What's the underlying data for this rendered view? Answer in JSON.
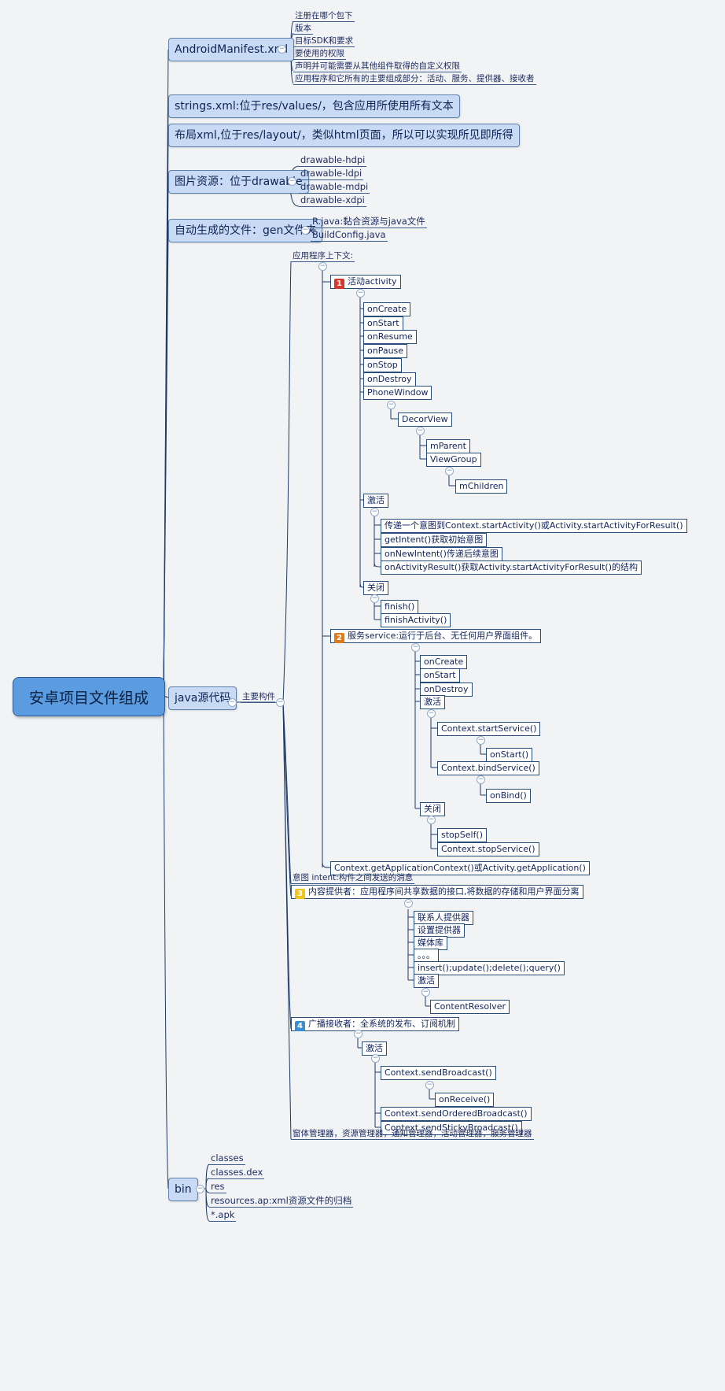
{
  "root": "安卓项目文件组成",
  "manifest": {
    "label": "AndroidManifest.xml",
    "items": [
      "注册在哪个包下",
      "版本",
      "目标SDK和要求",
      "要使用的权限",
      "声明并可能需要从其他组件取得的自定义权限",
      "应用程序和它所有的主要组成部分：活动、服务、提供器、接收者"
    ]
  },
  "strings": "strings.xml:位于res/values/，包含应用所使用所有文本",
  "layout": "布局xml,位于res/layout/，类似html页面，所以可以实现所见即所得",
  "images": {
    "label": "图片资源：位于drawable",
    "items": [
      "drawable-hdpi",
      "drawable-ldpi",
      "drawable-mdpi",
      "drawable-xdpi"
    ]
  },
  "gen": {
    "label": "自动生成的文件：gen文件夹",
    "items": [
      "R.java:黏合资源与java文件",
      "BuildConfig.java"
    ]
  },
  "java": {
    "label": "java源代码",
    "main_components": "主要构件",
    "app_context": "应用程序上下文:",
    "activity": {
      "badge": "1",
      "label": "活动activity",
      "lifecycle": [
        "onCreate",
        "onStart",
        "onResume",
        "onPause",
        "onStop",
        "onDestroy"
      ],
      "phone_window": "PhoneWindow",
      "decor_view": "DecorView",
      "m_parent": "mParent",
      "view_group": "ViewGroup",
      "m_children": "mChildren",
      "activate": "激活",
      "activate_items": [
        "传递一个意图到Context.startActivity()或Activity.startActivityForResult()",
        "getIntent()获取初始意图",
        "onNewIntent()传递后续意图",
        "onActivityResult()获取Activity.startActivityForResult()的结构"
      ],
      "close": "关闭",
      "close_items": [
        "finish()",
        "finishActivity()"
      ]
    },
    "service": {
      "badge": "2",
      "label": "服务service:运行于后台、无任何用户界面组件。",
      "lifecycle": [
        "onCreate",
        "onStart",
        "onDestroy"
      ],
      "activate": "激活",
      "start_service": "Context.startService()",
      "on_start": "onStart()",
      "bind_service": "Context.bindService()",
      "on_bind": "onBind()",
      "close": "关闭",
      "close_items": [
        "stopSelf()",
        "Context.stopService()"
      ]
    },
    "get_app_context": "Context.getApplicationContext()或Activity.getApplication()",
    "intent": "意图 intent:构件之间发送的消息",
    "provider": {
      "badge": "3",
      "label": "内容提供者：应用程序间共享数据的接口,将数据的存储和用户界面分离",
      "items": [
        "联系人提供器",
        "设置提供器",
        "媒体库",
        "。。。",
        "insert();update();delete();query()"
      ],
      "activate": "激活",
      "resolver": "ContentResolver"
    },
    "receiver": {
      "badge": "4",
      "label": "广播接收者：全系统的发布、订阅机制",
      "activate": "激活",
      "send_broadcast": "Context.sendBroadcast()",
      "on_receive": "onReceive()",
      "send_ordered": "Context.sendOrderedBroadcast()",
      "send_sticky": "Context.sendStickyBroadcast()"
    },
    "managers": "窗体管理器，资源管理器，通知管理器，活动管理器，服务管理器"
  },
  "bin": {
    "label": "bin",
    "items": [
      "classes",
      "classes.dex",
      "res",
      "resources.ap:xml资源文件的归档",
      "*.apk"
    ]
  },
  "colors": {
    "root": "#5b9be0",
    "topic": "#c8daf4",
    "line": "#1e3a66",
    "badge1": "#d9372a",
    "badge2": "#e07a1a",
    "badge3": "#f0c419",
    "badge4": "#3b8fd0"
  }
}
